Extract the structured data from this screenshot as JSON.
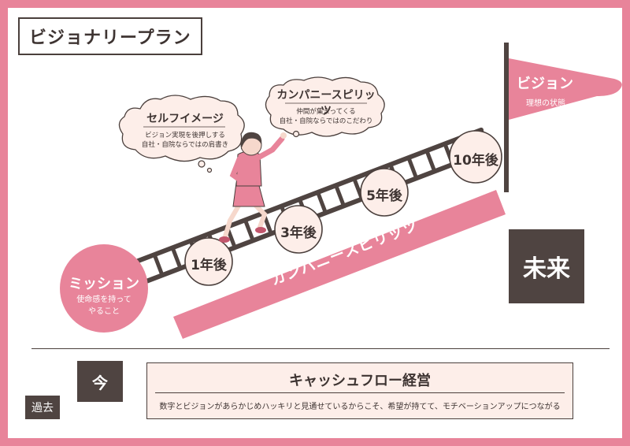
{
  "title": "ビジョナリープラン",
  "mission": {
    "title": "ミッション",
    "subtitle_line1": "使命感を持って",
    "subtitle_line2": "やること"
  },
  "milestones": [
    "1年後",
    "3年後",
    "5年後",
    "10年後"
  ],
  "banner": "カンパニースピリッツ",
  "bubble_self_image": {
    "title": "セルフイメージ",
    "line1": "ビジョン実現を後押しする",
    "line2": "自社・自院ならではの肩書き"
  },
  "bubble_spirits": {
    "title": "カンパニースピリッツ",
    "line1": "仲間が集まってくる",
    "line2": "自社・自院ならではのこだわり"
  },
  "vision": {
    "title": "ビジョン",
    "subtitle": "理想の状態"
  },
  "future": "未来",
  "now": "今",
  "past": "過去",
  "cashflow": {
    "title": "キャッシュフロー経営",
    "description": "数字とビジョンがあらかじめハッキリと見通せているからこそ、希望が持てて、モチベーションアップにつながる"
  },
  "colors": {
    "pink": "#e8849a",
    "light_pink": "#fdeee9",
    "dark": "#4f4441"
  }
}
